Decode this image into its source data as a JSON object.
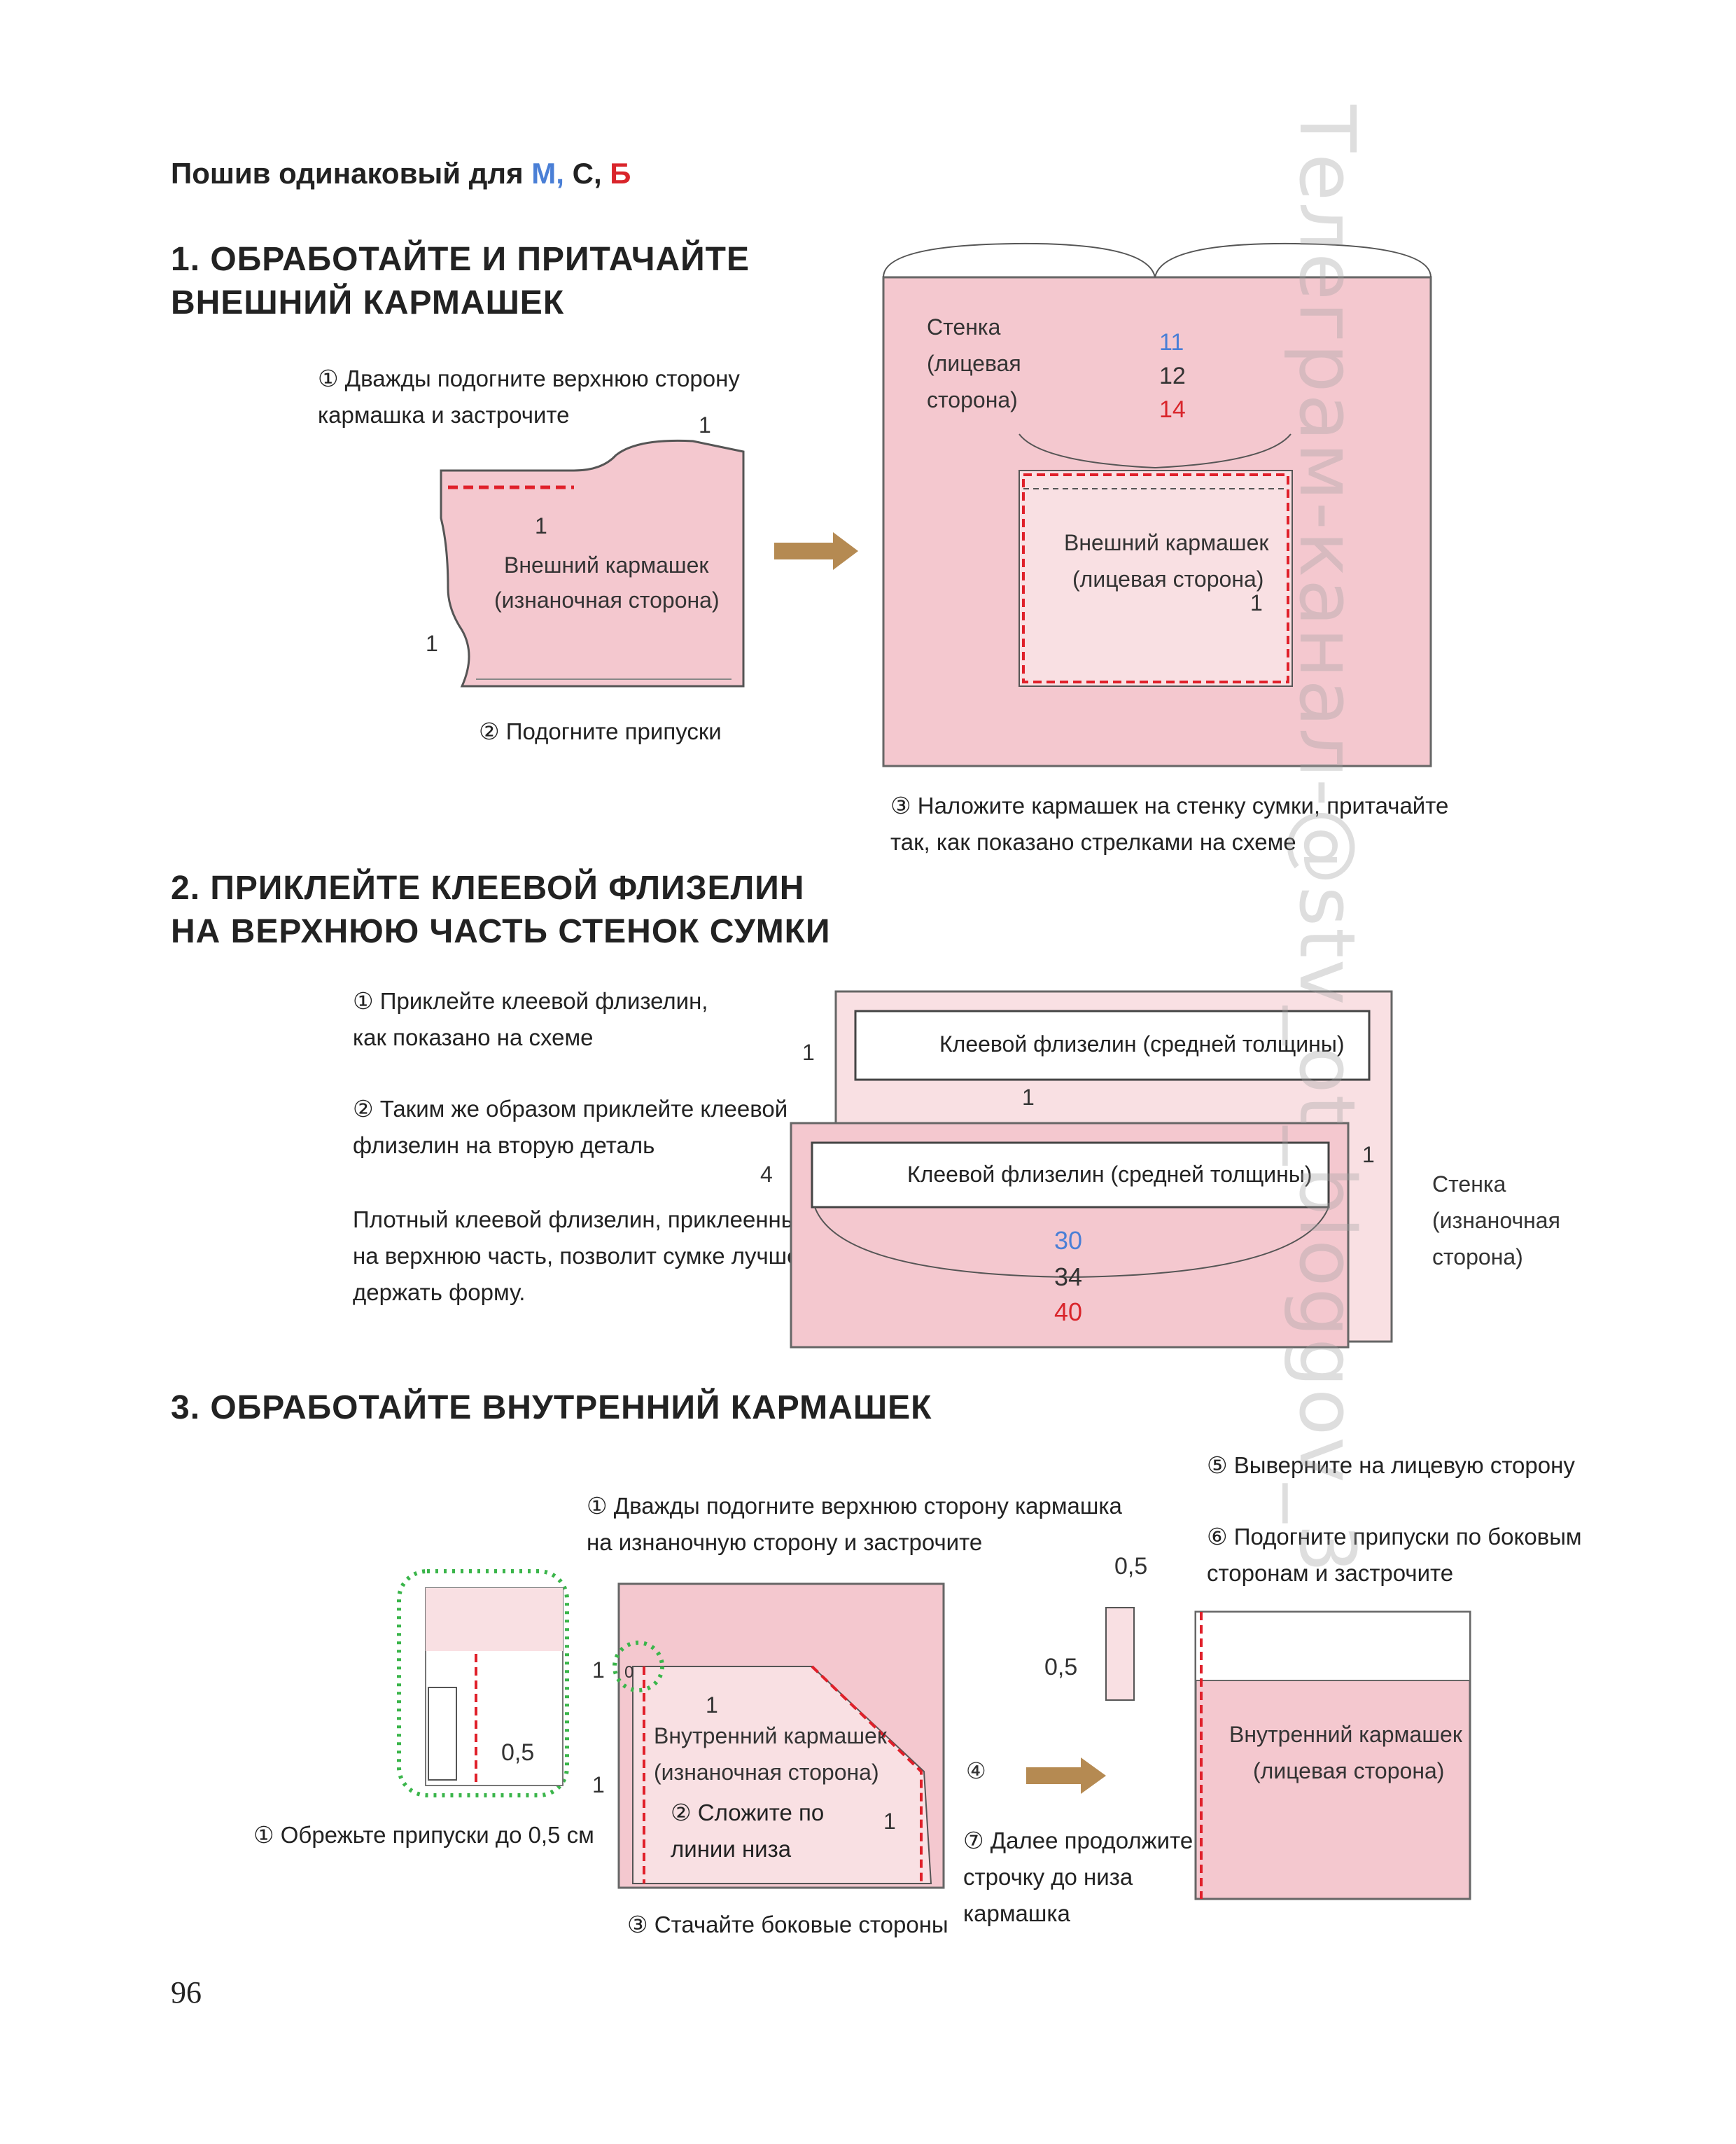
{
  "intro": {
    "prefix": "Пошив одинаковый для ",
    "m": "М,",
    "s": " С, ",
    "b": "Б"
  },
  "colors": {
    "m": "#4a7fd6",
    "s": "#222222",
    "b": "#d9252b",
    "fabric": "#f4c8cf",
    "fabric_light": "#f9e0e3",
    "stitch": "#e0202a",
    "arrow": "#b58a52",
    "green": "#3ab54a"
  },
  "section1": {
    "title_line1": "1. ОБРАБОТАЙТЕ И ПРИТАЧАЙТЕ",
    "title_line2": "ВНЕШНИЙ КАРМАШЕК",
    "step1_line1": "① Дважды подогните верхнюю сторону",
    "step1_line2": "кармашка и застрочите",
    "step2": "② Подогните припуски",
    "step3_line1": "③ Наложите кармашек на стенку сумки, притачайте",
    "step3_line2": "так, как показано стрелками на схеме",
    "pocket_line1": "Внешний кармашек",
    "pocket_line2": "(изнаночная сторона)",
    "wall_line1": "Стенка",
    "wall_line2": "(лицевая",
    "wall_line3": "сторона)",
    "size_m": "11",
    "size_s": "12",
    "size_b": "14",
    "outer_line1": "Внешний кармашек",
    "outer_line2": "(лицевая сторона)",
    "one": "1"
  },
  "section2": {
    "title_line1": "2. ПРИКЛЕЙТЕ КЛЕЕВОЙ ФЛИЗЕЛИН",
    "title_line2": "НА ВЕРХНЮЮ ЧАСТЬ СТЕНОК СУМКИ",
    "step1_line1": "① Приклейте клеевой флизелин,",
    "step1_line2": "как показано на схеме",
    "step2_line1": "② Таким же образом приклейте клеевой",
    "step2_line2": "флизелин на вторую деталь",
    "note_line1": "Плотный клеевой флизелин, приклеенный",
    "note_line2": "на верхнюю часть, позволит сумке лучше",
    "note_line3": "держать форму.",
    "fleece": "Клеевой флизелин (средней толщины)",
    "wall_line1": "Стенка",
    "wall_line2": "(изнаночная",
    "wall_line3": "сторона)",
    "size_m": "30",
    "size_s": "34",
    "size_b": "40",
    "one": "1",
    "four": "4"
  },
  "section3": {
    "title": "3. ОБРАБОТАЙТЕ ВНУТРЕННИЙ КАРМАШЕК",
    "step1_line1": "① Дважды подогните верхнюю сторону кармашка",
    "step1_line2": "на изнаночную сторону и застрочите",
    "step_trim": "① Обрежьте припуски до 0,5 см",
    "step2_line1": "② Сложите по",
    "step2_line2": "линии низа",
    "step3": "③ Стачайте боковые стороны",
    "step4": "④",
    "step5": "⑤ Выверните на лицевую сторону",
    "step6_line1": "⑥ Подогните припуски по боковым",
    "step6_line2": "сторонам и застрочите",
    "step7_line1": "⑦ Далее продолжите",
    "step7_line2": "строчку до низа",
    "step7_line3": "кармашка",
    "inner_line1": "Внутренний кармашек",
    "inner_line2": "(изнаночная сторона)",
    "inner_face_line1": "Внутренний кармашек",
    "inner_face_line2": "(лицевая сторона)",
    "half": "0,5",
    "one": "1",
    "zero": "0"
  },
  "page_number": "96",
  "watermark": "Телеграм-канал-@stv_ot_bloggov_3"
}
